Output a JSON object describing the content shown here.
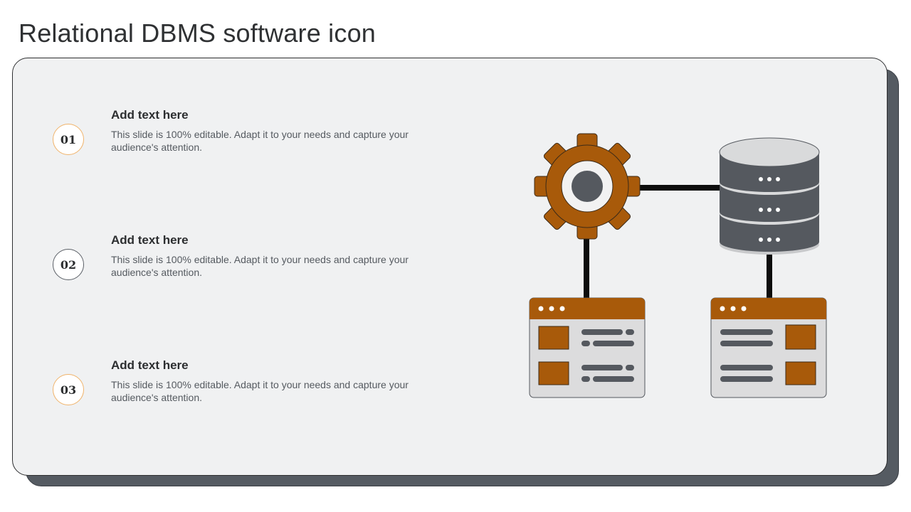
{
  "page": {
    "title": "Relational DBMS software icon"
  },
  "items": [
    {
      "number": "01",
      "heading": "Add text here",
      "text": "This slide is 100% editable. Adapt it to your needs and capture your audience's attention.",
      "badge_color": "#f0b36a"
    },
    {
      "number": "02",
      "heading": "Add text here",
      "text": "This slide is 100% editable. Adapt it to your needs and capture your audience's attention.",
      "badge_color": "#5a5f66"
    },
    {
      "number": "03",
      "heading": "Add text here",
      "text": "This slide is 100% editable. Adapt it to your needs and capture your audience's attention.",
      "badge_color": "#f0b36a"
    }
  ],
  "illustration": {
    "icons": [
      "gear-icon",
      "database-icon",
      "window-icon",
      "window-icon"
    ],
    "colors": {
      "accent": "#a85a0a",
      "dark": "#55595f",
      "light": "#d9dadb"
    }
  }
}
